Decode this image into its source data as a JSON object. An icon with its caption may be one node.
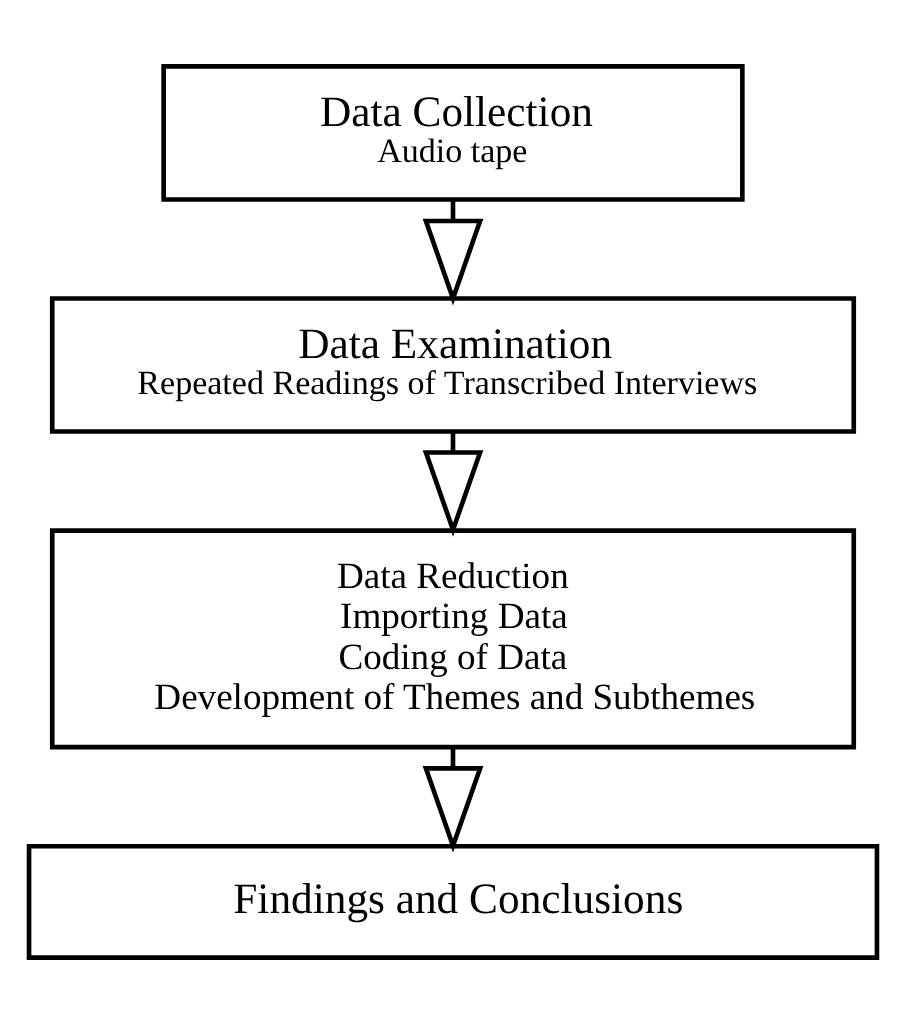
{
  "diagram": {
    "nodes": [
      {
        "text": [
          "Data Collection",
          "Audio tape"
        ]
      },
      {
        "text": [
          "Data Examination",
          "Repeated Readings of Transcribed Interviews"
        ]
      },
      {
        "text": [
          "Data Reduction",
          "Importing Data",
          "Coding of Data",
          "Development of Themes and Subthemes"
        ]
      },
      {
        "text": [
          "Findings and Conclusions"
        ]
      }
    ],
    "edges": [
      {
        "from": 0,
        "to": 1,
        "arrow": "to"
      },
      {
        "from": 1,
        "to": 2,
        "arrow": "to"
      },
      {
        "from": 2,
        "to": 3,
        "arrow": "to"
      }
    ]
  }
}
